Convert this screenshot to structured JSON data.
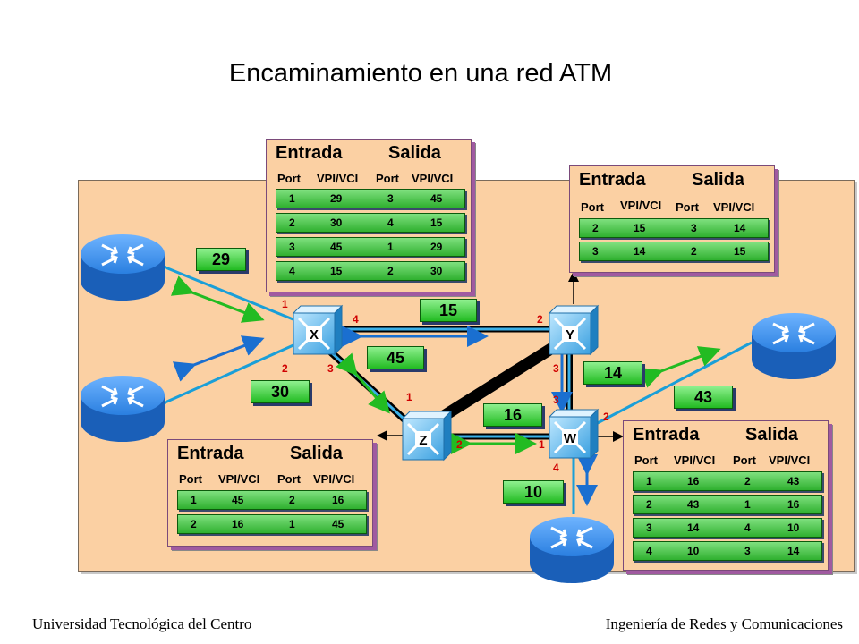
{
  "title": "Encaminamiento en una red ATM",
  "footer": {
    "left": "Universidad Tecnológica del Centro",
    "right": "Ingeniería de Redes y Comunicaciones"
  },
  "tables": {
    "x": {
      "entrada": "Entrada",
      "salida": "Salida",
      "cols": [
        "Port",
        "VPI/VCI",
        "Port",
        "VPI/VCI"
      ],
      "rows": [
        [
          "1",
          "29",
          "3",
          "45"
        ],
        [
          "2",
          "30",
          "4",
          "15"
        ],
        [
          "3",
          "45",
          "1",
          "29"
        ],
        [
          "4",
          "15",
          "2",
          "30"
        ]
      ]
    },
    "y": {
      "entrada": "Entrada",
      "salida": "Salida",
      "cols": [
        "Port",
        "VPI/VCI",
        "Port",
        "VPI/VCI"
      ],
      "rows": [
        [
          "2",
          "15",
          "3",
          "14"
        ],
        [
          "3",
          "14",
          "2",
          "15"
        ]
      ]
    },
    "z": {
      "entrada": "Entrada",
      "salida": "Salida",
      "cols": [
        "Port",
        "VPI/VCI",
        "Port",
        "VPI/VCI"
      ],
      "rows": [
        [
          "1",
          "45",
          "2",
          "16"
        ],
        [
          "2",
          "16",
          "1",
          "45"
        ]
      ]
    },
    "w": {
      "entrada": "Entrada",
      "salida": "Salida",
      "cols": [
        "Port",
        "VPI/VCI",
        "Port",
        "VPI/VCI"
      ],
      "rows": [
        [
          "1",
          "16",
          "2",
          "43"
        ],
        [
          "2",
          "43",
          "1",
          "16"
        ],
        [
          "3",
          "14",
          "4",
          "10"
        ],
        [
          "4",
          "10",
          "3",
          "14"
        ]
      ]
    }
  },
  "switches": {
    "x": "X",
    "y": "Y",
    "z": "Z",
    "w": "W"
  },
  "vci_labels": {
    "l29": "29",
    "l30": "30",
    "l15": "15",
    "l45": "45",
    "l16": "16",
    "l14": "14",
    "l43": "43",
    "l10": "10"
  },
  "ports": {
    "x1": "1",
    "x2": "2",
    "x3": "3",
    "x4": "4",
    "y2": "2",
    "y3": "3",
    "z1": "1",
    "z2": "2",
    "w1": "1",
    "w2": "2",
    "w3": "3",
    "w4": "4"
  },
  "colors": {
    "panel": "#fbd0a3",
    "link_blue": "#1a8fd0",
    "arrow_green": "#22bb22",
    "port_red": "#d00000",
    "router_blue": "#1f6fd0"
  }
}
